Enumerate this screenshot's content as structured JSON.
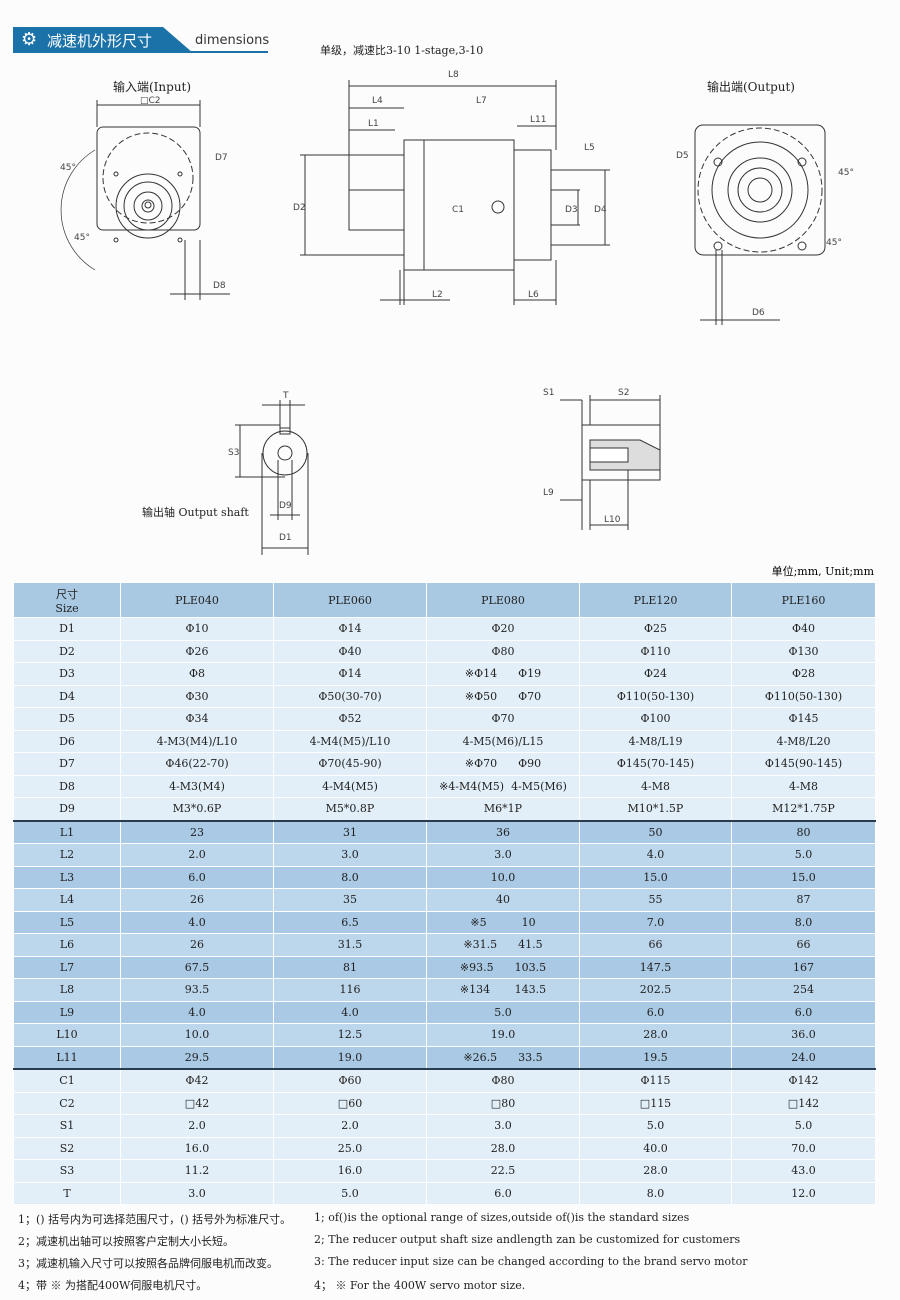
{
  "header": {
    "title_zh": "减速机外形尺寸",
    "title_en": "dimensions",
    "stage": "单级，减速比3-10   1-stage,3-10"
  },
  "drawings": {
    "input_label": "输入端(Input)",
    "output_label": "输出端(Output)",
    "shaft_label": "输出轴 Output shaft",
    "dims": {
      "C2": "□C2",
      "D7": "D7",
      "D8": "D8",
      "a45": "45°",
      "L8": "L8",
      "L4": "L4",
      "L7": "L7",
      "L1": "L1",
      "L11": "L11",
      "L5": "L5",
      "D2": "D2",
      "C1": "C1",
      "D3": "D3",
      "D4": "D4",
      "L2": "L2",
      "L6": "L6",
      "D5": "D5",
      "D6": "D6",
      "T": "T",
      "S3": "S3",
      "D9": "D9",
      "D1": "D1",
      "S1": "S1",
      "S2": "S2",
      "L9": "L9",
      "L10": "L10"
    }
  },
  "unit": "单位;mm, Unit;mm",
  "table": {
    "corner_zh": "尺寸",
    "corner_en": "Size",
    "models": [
      "PLE040",
      "PLE060",
      "PLE080",
      "PLE120",
      "PLE160"
    ],
    "rows_d": [
      [
        "D1",
        "Φ10",
        "Φ14",
        "Φ20",
        "Φ25",
        "Φ40"
      ],
      [
        "D2",
        "Φ26",
        "Φ40",
        "Φ80",
        "Φ110",
        "Φ130"
      ],
      [
        "D3",
        "Φ8",
        "Φ14",
        "※Φ14      Φ19",
        "Φ24",
        "Φ28"
      ],
      [
        "D4",
        "Φ30",
        "Φ50(30-70)",
        "※Φ50      Φ70",
        "Φ110(50-130)",
        "Φ110(50-130)"
      ],
      [
        "D5",
        "Φ34",
        "Φ52",
        "Φ70",
        "Φ100",
        "Φ145"
      ],
      [
        "D6",
        "4-M3(M4)/L10",
        "4-M4(M5)/L10",
        "4-M5(M6)/L15",
        "4-M8/L19",
        "4-M8/L20"
      ],
      [
        "D7",
        "Φ46(22-70)",
        "Φ70(45-90)",
        "※Φ70      Φ90",
        "Φ145(70-145)",
        "Φ145(90-145)"
      ],
      [
        "D8",
        "4-M3(M4)",
        "4-M4(M5)",
        "※4-M4(M5)  4-M5(M6)",
        "4-M8",
        "4-M8"
      ],
      [
        "D9",
        "M3*0.6P",
        "M5*0.8P",
        "M6*1P",
        "M10*1.5P",
        "M12*1.75P"
      ]
    ],
    "rows_l": [
      [
        "L1",
        "23",
        "31",
        "36",
        "50",
        "80"
      ],
      [
        "L2",
        "2.0",
        "3.0",
        "3.0",
        "4.0",
        "5.0"
      ],
      [
        "L3",
        "6.0",
        "8.0",
        "10.0",
        "15.0",
        "15.0"
      ],
      [
        "L4",
        "26",
        "35",
        "40",
        "55",
        "87"
      ],
      [
        "L5",
        "4.0",
        "6.5",
        "※5          10",
        "7.0",
        "8.0"
      ],
      [
        "L6",
        "26",
        "31.5",
        "※31.5      41.5",
        "66",
        "66"
      ],
      [
        "L7",
        "67.5",
        "81",
        "※93.5      103.5",
        "147.5",
        "167"
      ],
      [
        "L8",
        "93.5",
        "116",
        "※134       143.5",
        "202.5",
        "254"
      ],
      [
        "L9",
        "4.0",
        "4.0",
        "5.0",
        "6.0",
        "6.0"
      ],
      [
        "L10",
        "10.0",
        "12.5",
        "19.0",
        "28.0",
        "36.0"
      ],
      [
        "L11",
        "29.5",
        "19.0",
        "※26.5      33.5",
        "19.5",
        "24.0"
      ]
    ],
    "rows_c": [
      [
        "C1",
        "Φ42",
        "Φ60",
        "Φ80",
        "Φ115",
        "Φ142"
      ],
      [
        "C2",
        "□42",
        "□60",
        "□80",
        "□115",
        "□142"
      ],
      [
        "S1",
        "2.0",
        "2.0",
        "3.0",
        "5.0",
        "5.0"
      ],
      [
        "S2",
        "16.0",
        "25.0",
        "28.0",
        "40.0",
        "70.0"
      ],
      [
        "S3",
        "11.2",
        "16.0",
        "22.5",
        "28.0",
        "43.0"
      ],
      [
        "T",
        "3.0",
        "5.0",
        "6.0",
        "8.0",
        "12.0"
      ]
    ]
  },
  "notes": [
    {
      "zh": "1；() 括号内为可选择范围尺寸，() 括号外为标准尺寸。",
      "en": "1; of()is the optional range of sizes,outside of()is the standard sizes"
    },
    {
      "zh": "2；减速机出轴可以按照客户定制大小长短。",
      "en": "2; The reducer output shaft size andlength zan be customized for customers"
    },
    {
      "zh": "3；减速机输入尺寸可以按照各品牌伺服电机而改变。",
      "en": "3: The reducer input size can be changed according to the brand servo motor"
    },
    {
      "zh": "4；带 ※ 为搭配400W伺服电机尺寸。",
      "en": "4； ※ For the 400W servo motor size."
    }
  ],
  "colors": {
    "brand": "#1b72a9",
    "header": "#a9c9e3",
    "row_light": "#e2eff8",
    "row_dark": "#a9c9e4"
  }
}
